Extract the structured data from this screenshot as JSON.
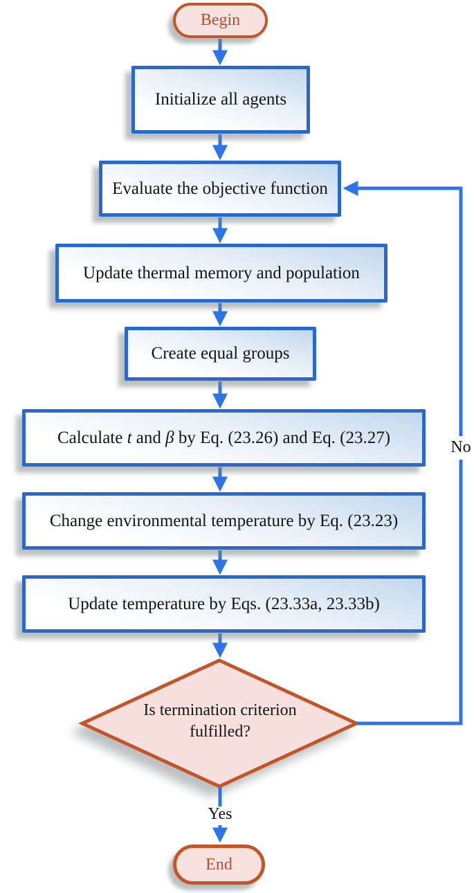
{
  "theme": {
    "process-border": "#2b68cb",
    "process-fill-top": "#c2d8ee",
    "process-fill-mid": "#e9f0f8",
    "process-fill-bottom": "#ffffff",
    "terminal-border": "#c05629",
    "terminal-fill": "#f8e2e0",
    "terminal-text": "#b04e2f",
    "decision-border": "#c05629",
    "decision-fill": "#f7e0de",
    "arrow": "#2f74e4",
    "text": "#141414",
    "shadow": "rgba(123,130,132,0.5)"
  },
  "diagram": {
    "type": "flowchart",
    "nodes": {
      "begin": {
        "label": "Begin",
        "shape": "terminator"
      },
      "init": {
        "label": "Initialize all agents",
        "shape": "process"
      },
      "evaluate": {
        "label": "Evaluate the objective function",
        "shape": "process"
      },
      "update_memory": {
        "label": "Update thermal memory and population",
        "shape": "process"
      },
      "create_groups": {
        "label": "Create equal groups",
        "shape": "process"
      },
      "calculate": {
        "shape": "process",
        "parts": [
          "Calculate ",
          "t",
          " and ",
          "β",
          " by Eq. (23.26) and Eq. (23.27)"
        ]
      },
      "change_temp": {
        "label": "Change environmental temperature by Eq. (23.23)",
        "shape": "process"
      },
      "update_temp": {
        "label": "Update temperature by Eqs. (23.33a, 23.33b)",
        "shape": "process"
      },
      "decision": {
        "label": "Is termination criterion fulfilled?",
        "shape": "decision"
      },
      "end": {
        "label": "End",
        "shape": "terminator"
      }
    },
    "edges": {
      "yes_label": "Yes",
      "no_label": "No"
    }
  }
}
